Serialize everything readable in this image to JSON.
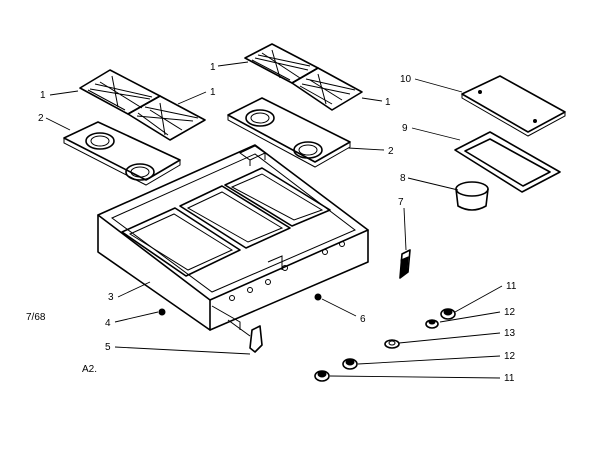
{
  "diagram": {
    "page_code": "7/68",
    "figure_code": "A2.",
    "callouts": {
      "grate_left_a": "1",
      "grate_left_b": "1",
      "burner_box_left": "2",
      "grate_right_a": "1",
      "grate_right_b": "1",
      "burner_box_right": "2",
      "cover_plate": "10",
      "cover_gasket": "9",
      "cup": "8",
      "side_bracket": "7",
      "main_top": "3",
      "screw": "4",
      "spring": "5",
      "plug": "6",
      "knob_upper": "11",
      "insert_upper": "12",
      "bezel": "13",
      "insert_lower": "12",
      "knob_lower": "11"
    }
  }
}
